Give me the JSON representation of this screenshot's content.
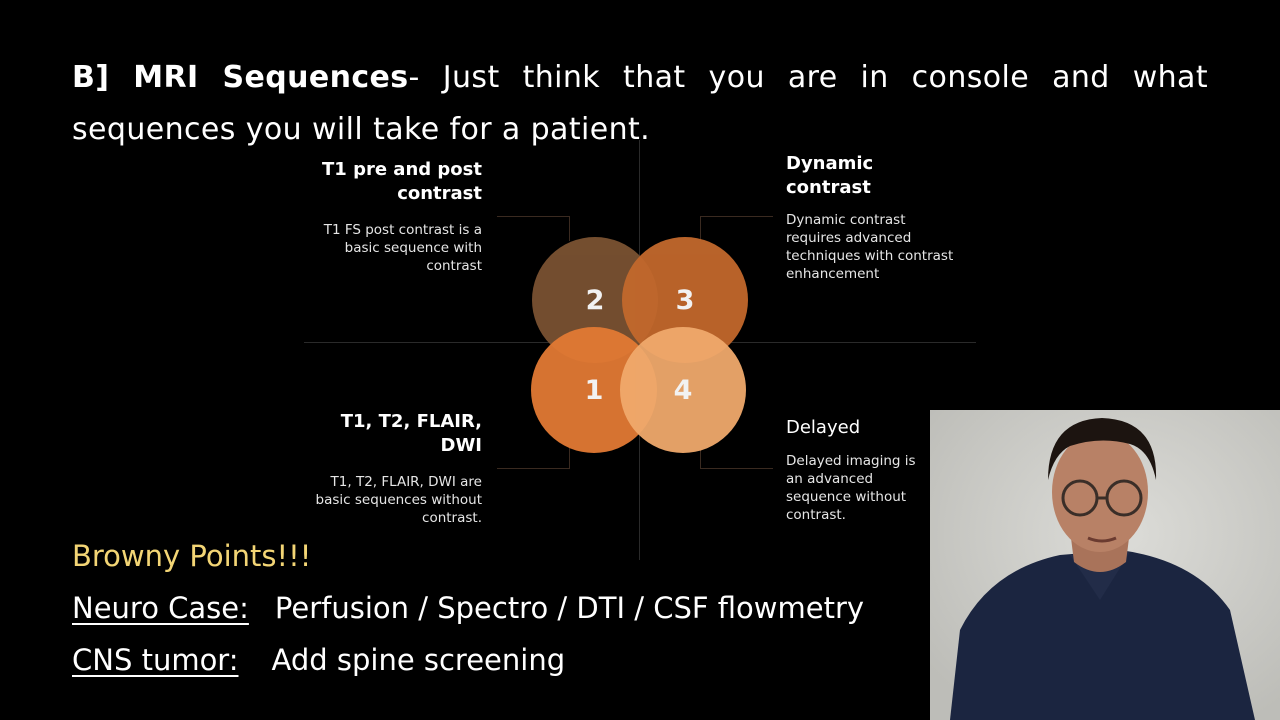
{
  "heading": {
    "bold": "B] MRI Sequences",
    "rest": "- Just think that you are in console and what sequences you will take for a patient."
  },
  "diagram": {
    "circles": [
      {
        "label": "2",
        "color": "#7a5232"
      },
      {
        "label": "3",
        "color": "#c2682c"
      },
      {
        "label": "1",
        "color": "#e27a34"
      },
      {
        "label": "4",
        "color": "#f0a96c"
      }
    ],
    "quadrants": {
      "top_left": {
        "title": "T1 pre and post contrast",
        "desc": "T1 FS post contrast is a basic sequence with contrast"
      },
      "top_right": {
        "title": "Dynamic contrast",
        "desc": "Dynamic contrast requires advanced techniques with contrast enhancement"
      },
      "bottom_left": {
        "title": "T1, T2, FLAIR, DWI",
        "desc": "T1, T2, FLAIR, DWI are basic sequences without contrast."
      },
      "bottom_right": {
        "title": "Delayed",
        "desc": "Delayed imaging is an advanced sequence without contrast."
      }
    }
  },
  "browny_points": "Browny Points!!!",
  "neuro_case": {
    "label": "Neuro Case:",
    "value": "Perfusion / Spectro / DTI / CSF flowmetry"
  },
  "cns_tumor": {
    "label": "CNS tumor:",
    "value": "Add spine screening"
  },
  "colors": {
    "background": "#000000",
    "browny_points": "#f3d575",
    "circle_2": "#7a5232",
    "circle_3": "#c2682c",
    "circle_1": "#e27a34",
    "circle_4": "#f0a96c"
  }
}
